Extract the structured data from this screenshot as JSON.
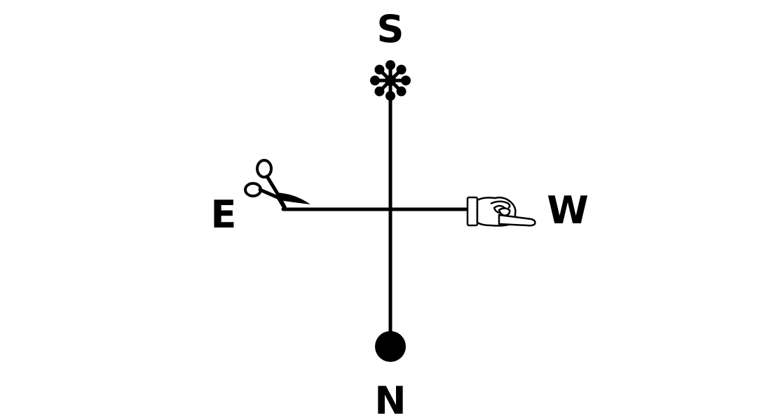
{
  "compass": {
    "labels": {
      "top": "S",
      "bottom": "N",
      "left": "E",
      "right": "W"
    },
    "ends": {
      "top": "asterisk-icon",
      "bottom": "filled-circle-icon",
      "left": "scissors-icon",
      "right": "pointing-hand-icon"
    },
    "colors": {
      "ink": "#000000",
      "background": "#ffffff"
    }
  }
}
